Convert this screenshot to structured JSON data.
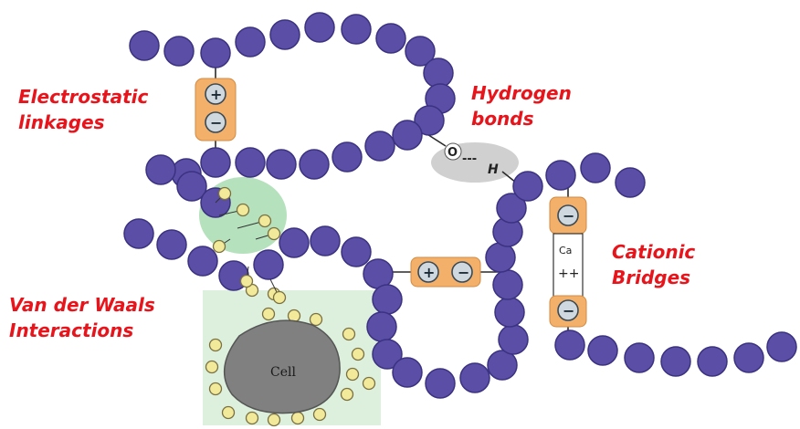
{
  "labels": {
    "electrostatic": [
      "Electrostatic",
      "linkages"
    ],
    "hydrogen": [
      "Hydrogen",
      "bonds"
    ],
    "cationic": [
      "Cationic",
      "Bridges"
    ],
    "vdw": [
      "Van der Waals",
      "Interactions"
    ]
  },
  "cell_label": "Cell",
  "hbond": {
    "o": "O",
    "dots": "---",
    "h": "H"
  },
  "charges": {
    "plus": "+",
    "minus": "−"
  },
  "cation_symbols": {
    "cation": "Ca",
    "charge": "++"
  },
  "colors": {
    "bead": "#5a4ea6",
    "label_red": "#e8141b",
    "charge_box": "#f3b06a",
    "vdw_region": "#a8dcb0",
    "cell": "#808080",
    "pendant": "#f2e99a"
  }
}
